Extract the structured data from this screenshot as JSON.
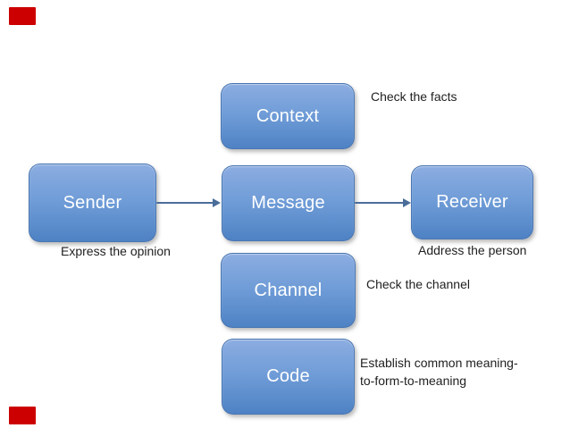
{
  "diagram": {
    "boxes": [
      {
        "id": "context",
        "label": "Context"
      },
      {
        "id": "sender",
        "label": "Sender"
      },
      {
        "id": "message",
        "label": "Message"
      },
      {
        "id": "receiver",
        "label": "Receiver"
      },
      {
        "id": "channel",
        "label": "Channel"
      },
      {
        "id": "code",
        "label": "Code"
      }
    ],
    "arrows": [
      {
        "from": "sender",
        "to": "message"
      },
      {
        "from": "message",
        "to": "receiver"
      }
    ],
    "annotations": [
      {
        "id": "check-facts",
        "text": "Check the facts"
      },
      {
        "id": "express-opinion",
        "text": "Express the opinion"
      },
      {
        "id": "address-person",
        "text": "Address the person"
      },
      {
        "id": "check-channel",
        "text": "Check the channel"
      },
      {
        "id": "establish-meaning",
        "line1": "Establish common meaning-",
        "line2": "to-form-to-meaning"
      }
    ],
    "colors": {
      "box_gradient_top": "#8cade1",
      "box_gradient_bottom": "#4e82c4",
      "box_border": "#4874b0",
      "box_label": "#ffffff",
      "arrow": "#4a6d9a",
      "annotation_text": "#1f1f1f",
      "accent_bar": "#cc0000",
      "background": "#ffffff"
    }
  }
}
